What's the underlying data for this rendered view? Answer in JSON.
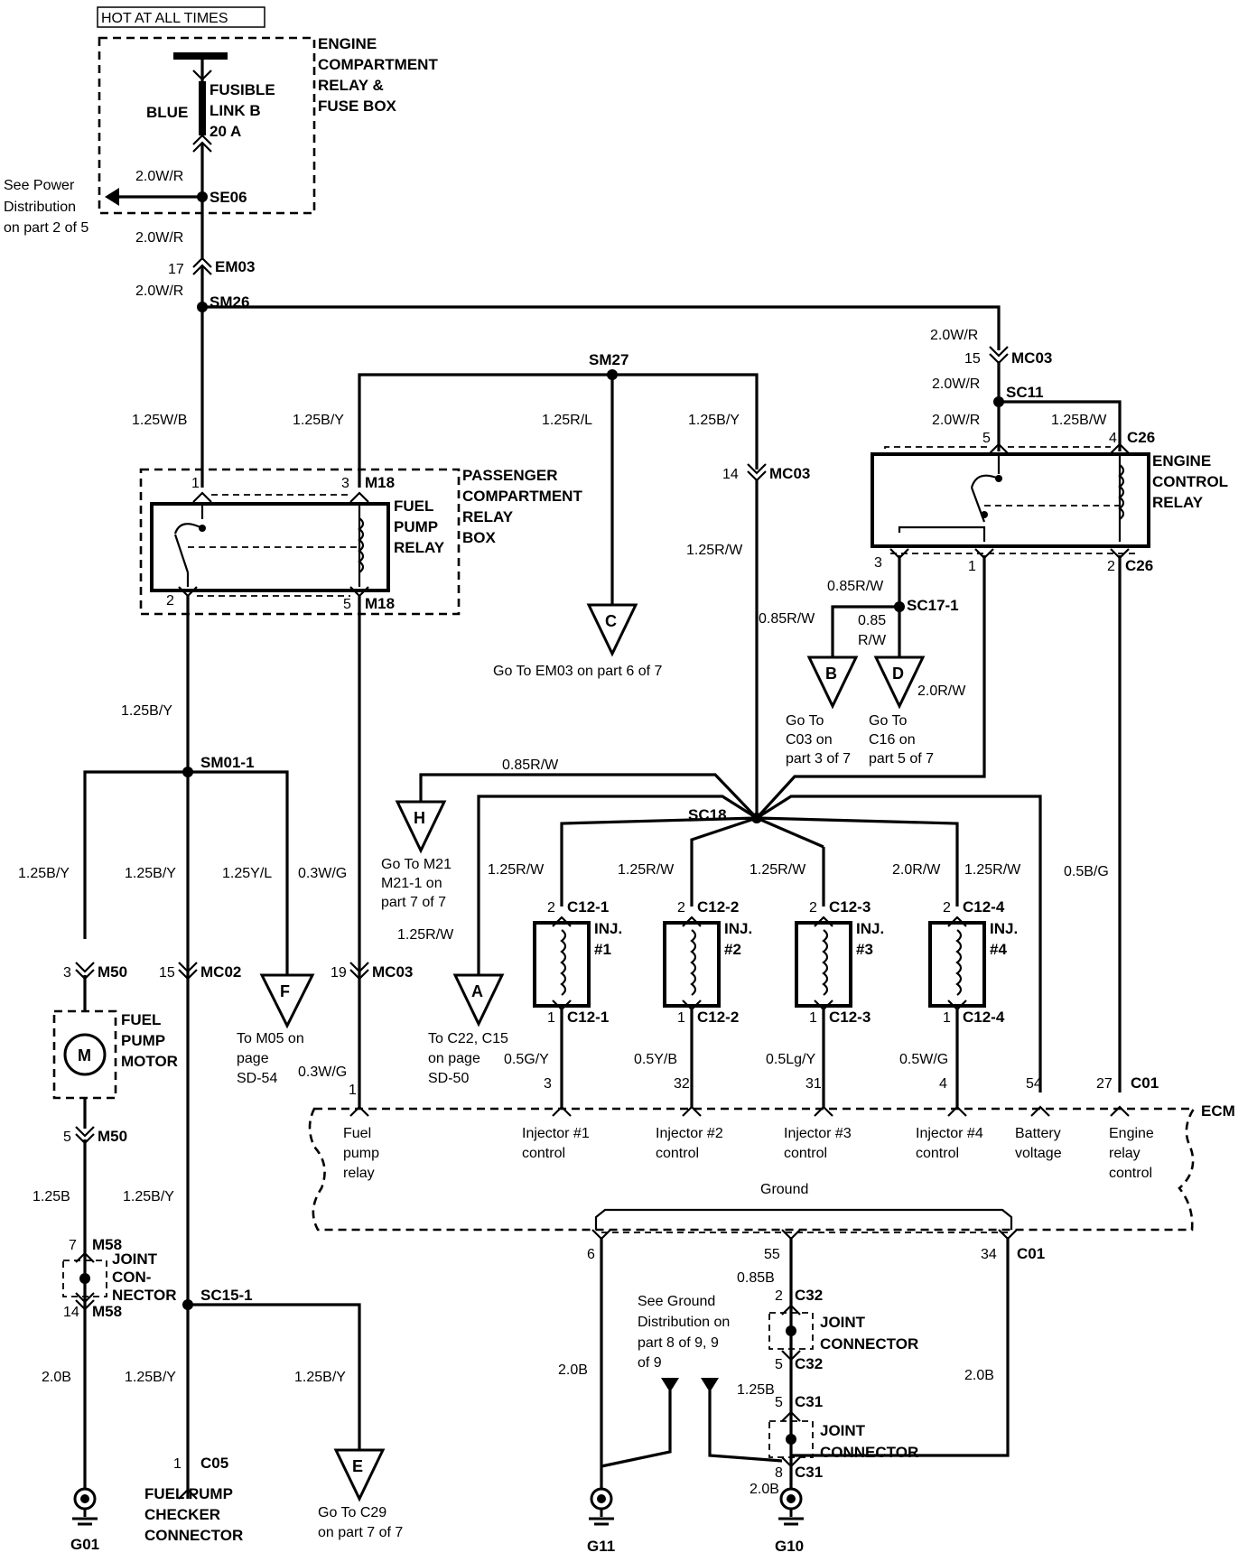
{
  "hot_label": "HOT AT ALL TIMES",
  "ecrfb": [
    "ENGINE",
    "COMPARTMENT",
    "RELAY &",
    "FUSE BOX"
  ],
  "fusible": {
    "color": "BLUE",
    "l1": "FUSIBLE",
    "l2": "LINK B",
    "l3": "20 A"
  },
  "see_power": [
    "See Power",
    "Distribution",
    "on part 2 of 5"
  ],
  "wires": {
    "w20wr": "2.0W/R",
    "w125wb": "1.25W/B",
    "w125by": "1.25B/Y",
    "w125rl": "1.25R/L",
    "w125rw": "1.25R/W",
    "w085rw": "0.85R/W",
    "w085": "0.85",
    "wrw": "R/W",
    "w20rw": "2.0R/W",
    "w125bw": "1.25B/W",
    "w125yl": "1.25Y/L",
    "w03wg": "0.3W/G",
    "w05b_g": "0.5B/G",
    "w05gy": "0.5G/Y",
    "w05yb": "0.5Y/B",
    "w05lgy": "0.5Lg/Y",
    "w05wg": "0.5W/G",
    "w125b": "1.25B",
    "w20b": "2.0B",
    "w085b": "0.85B"
  },
  "splices": {
    "se06": "SE06",
    "sm26": "SM26",
    "sm27": "SM27",
    "sc11": "SC11",
    "sc171": "SC17-1",
    "sm011": "SM01-1",
    "sc18": "SC18",
    "sc151": "SC15-1"
  },
  "connectors": {
    "em03": "EM03",
    "mc03": "MC03",
    "c26": "C26",
    "m18": "M18",
    "mc02": "MC02",
    "m50": "M50",
    "m58": "M58",
    "c121": "C12-1",
    "c122": "C12-2",
    "c123": "C12-3",
    "c124": "C12-4",
    "c01": "C01",
    "c32": "C32",
    "c31": "C31",
    "c05": "C05"
  },
  "pins": {
    "p17": "17",
    "p15": "15",
    "p14": "14",
    "p19": "19",
    "p1": "1",
    "p2": "2",
    "p3": "3",
    "p4": "4",
    "p5": "5",
    "p7": "7",
    "p8": "8",
    "p6": "6",
    "p27": "27",
    "p31": "31",
    "p32": "32",
    "p34": "34",
    "p54": "54",
    "p55": "55"
  },
  "pcrb": [
    "PASSENGER",
    "COMPARTMENT",
    "RELAY",
    "BOX"
  ],
  "fuel_pump_relay": [
    "FUEL",
    "PUMP",
    "RELAY"
  ],
  "engine_control_relay": [
    "ENGINE",
    "CONTROL",
    "RELAY"
  ],
  "fuel_pump_motor": [
    "FUEL",
    "PUMP",
    "MOTOR"
  ],
  "motor_symbol": "M",
  "joint_conn_small": [
    "JOINT",
    "CON-",
    "NECTOR"
  ],
  "joint_connector": [
    "JOINT",
    "CONNECTOR"
  ],
  "injectors": [
    {
      "l1": "INJ.",
      "l2": "#1"
    },
    {
      "l1": "INJ.",
      "l2": "#2"
    },
    {
      "l1": "INJ.",
      "l2": "#3"
    },
    {
      "l1": "INJ.",
      "l2": "#4"
    }
  ],
  "refs": {
    "C": {
      "letter": "C",
      "text": "Go To EM03 on part 6 of 7"
    },
    "B": {
      "letter": "B",
      "lines": [
        "Go To",
        "C03 on",
        "part 3 of 7"
      ]
    },
    "D": {
      "letter": "D",
      "lines": [
        "Go To",
        "C16 on",
        "part 5 of 7"
      ]
    },
    "H": {
      "letter": "H",
      "lines": [
        "Go To M21",
        "M21-1 on",
        "part 7 of 7"
      ]
    },
    "A": {
      "letter": "A",
      "lines": [
        "To C22, C15",
        "on page",
        "SD-50"
      ]
    },
    "F": {
      "letter": "F",
      "lines": [
        "To M05 on",
        "page",
        "SD-54"
      ]
    },
    "E": {
      "letter": "E",
      "lines": [
        "Go To C29",
        "on part 7 of 7"
      ]
    }
  },
  "ecm": {
    "label": "ECM",
    "fuel_pump_relay": [
      "Fuel",
      "pump",
      "relay"
    ],
    "inj1": [
      "Injector #1",
      "control"
    ],
    "inj2": [
      "Injector #2",
      "control"
    ],
    "inj3": [
      "Injector #3",
      "control"
    ],
    "inj4": [
      "Injector #4",
      "control"
    ],
    "battery": [
      "Battery",
      "voltage"
    ],
    "engine_relay": [
      "Engine",
      "relay",
      "control"
    ],
    "ground": "Ground"
  },
  "see_ground": [
    "See Ground",
    "Distribution on",
    "part 8 of 9, 9",
    "of 9"
  ],
  "fpcc": [
    "FUEL PUMP",
    "CHECKER",
    "CONNECTOR"
  ],
  "grounds": {
    "g01": "G01",
    "g11": "G11",
    "g10": "G10"
  }
}
